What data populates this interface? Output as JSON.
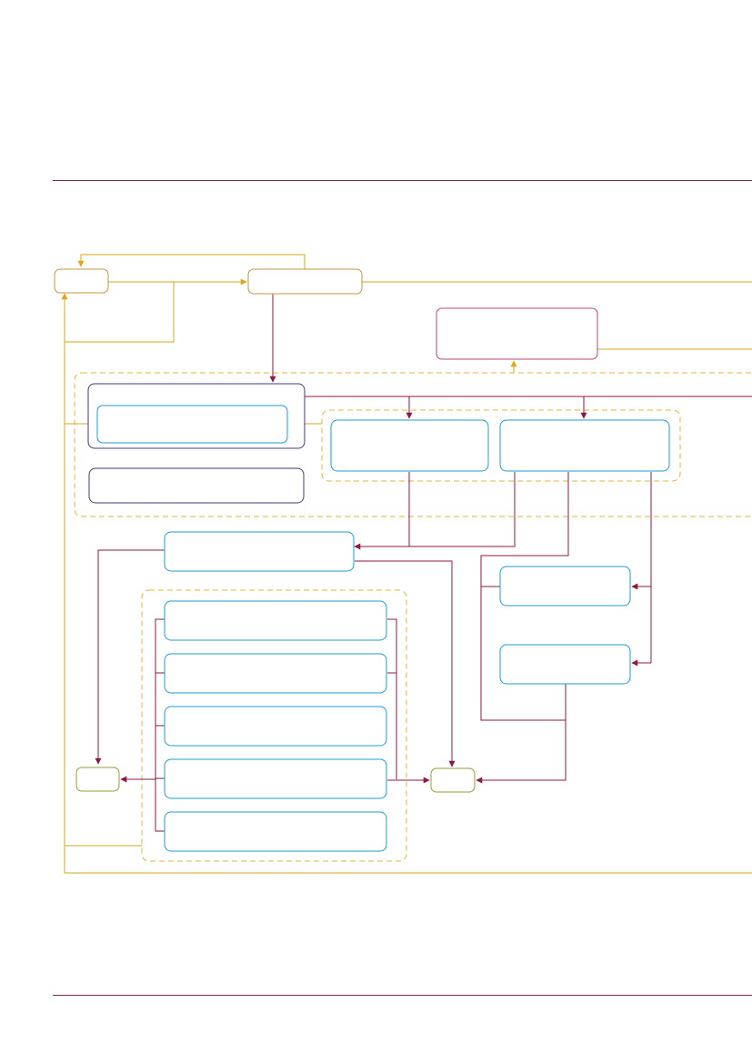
{
  "colors": {
    "rule": "#7a2a55",
    "flow_primary": "#8b1a44",
    "flow_secondary": "#d6a81a",
    "box_orange": "#c89540",
    "box_blue": "#1f9ccf",
    "box_navy": "#3b3d7a",
    "box_magenta": "#b04a82",
    "box_olive": "#9a9a3a",
    "group_dashed": "#e3b43a"
  },
  "diagram": {
    "type": "flowchart",
    "node_count": 18,
    "group_count": 4,
    "labels": []
  }
}
